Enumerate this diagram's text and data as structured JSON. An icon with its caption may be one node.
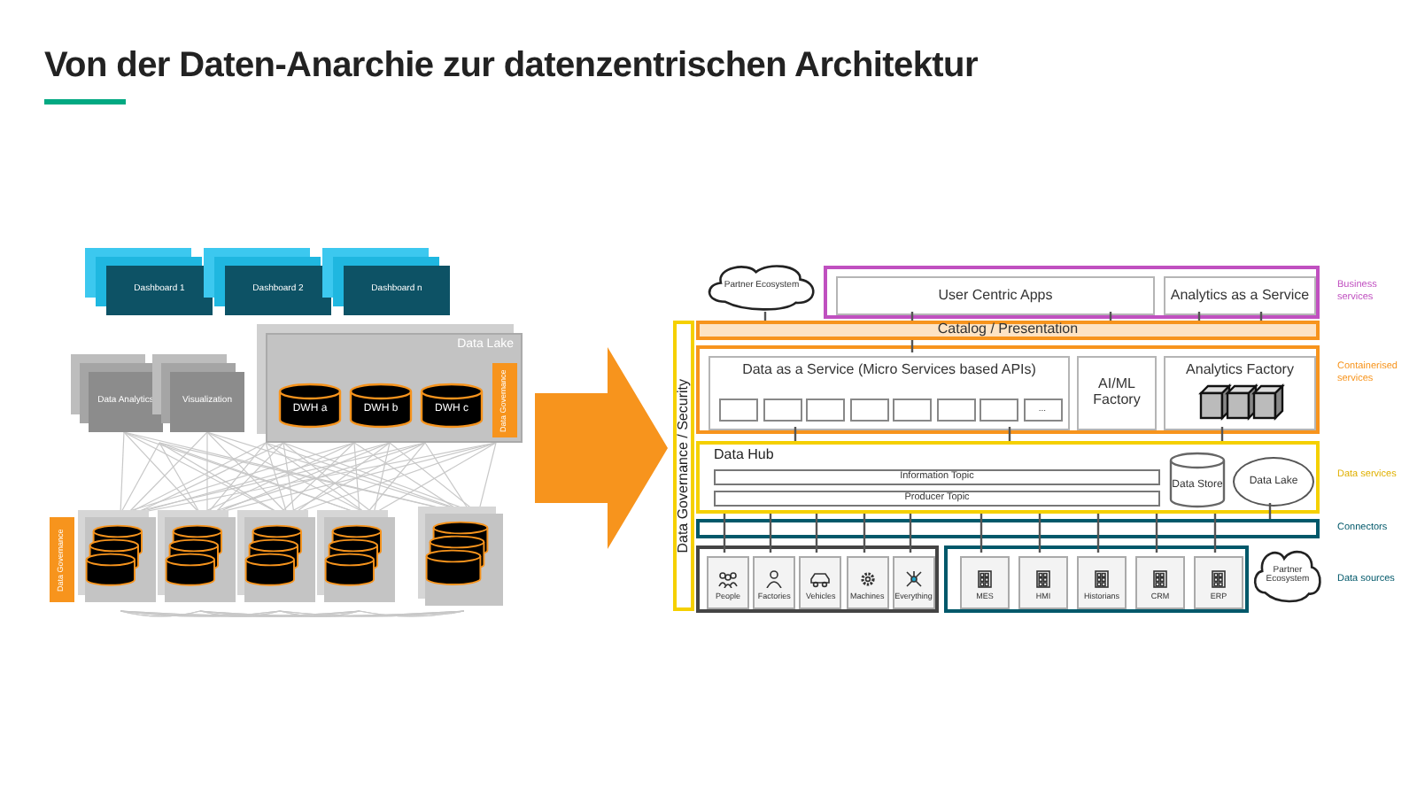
{
  "diagram": {
    "title": "Von der Daten-Anarchie zur datenzentrischen Architektur",
    "nodes": [
      {
        "text": [],
        "shape": "picture"
      },
      {
        "text": [
          "Dashboard 1"
        ],
        "in": 0
      },
      {
        "text": [
          "Dashboard 2"
        ],
        "in": 0
      },
      {
        "text": [
          "Dashboard n"
        ],
        "in": 0
      },
      {
        "text": [
          "Data Analytics"
        ],
        "in": 0
      },
      {
        "text": [
          "Visualization"
        ],
        "in": 0
      },
      {
        "text": [
          "Data Lake"
        ],
        "in": 0
      },
      {
        "text": [
          "DWH a"
        ],
        "in": 6
      },
      {
        "text": [
          "DWH b"
        ],
        "in": 6
      },
      {
        "text": [
          "DWH c"
        ],
        "in": 6
      },
      {
        "text": [
          "Data Governance"
        ],
        "in": 6
      },
      {
        "text": [
          "Data Governance"
        ],
        "in": 0
      },
      {
        "text": [],
        "shape": "cylinder",
        "in": 0
      },
      {
        "text": [],
        "shape": "cylinder",
        "in": 0
      },
      {
        "text": [],
        "shape": "cylinder",
        "in": 0
      },
      {
        "text": [],
        "shape": "cylinder",
        "in": 0
      },
      {
        "text": [],
        "shape": "cylinder",
        "in": 0
      },
      {
        "text": [],
        "shape": "picture"
      },
      {
        "text": [
          "Partner Ecosystem"
        ],
        "in": 17
      },
      {
        "text": [],
        "shape": "box",
        "in": 17
      },
      {
        "text": [
          "User Centric Apps"
        ],
        "in": 19
      },
      {
        "text": [
          "Analytics as a Service"
        ],
        "in": 19
      },
      {
        "text": [
          "Data Governance / Security"
        ],
        "in": 17
      },
      {
        "text": [
          "Catalog / Presentation"
        ],
        "in": 17
      },
      {
        "text": [],
        "shape": "box",
        "in": 17
      },
      {
        "text": [
          "Data as a Service (Micro Services based APIs)"
        ],
        "in": 24
      },
      {
        "text": [],
        "shape": "box",
        "in": 25
      },
      {
        "text": [],
        "shape": "box",
        "in": 25
      },
      {
        "text": [],
        "shape": "box",
        "in": 25
      },
      {
        "text": [],
        "shape": "box",
        "in": 25
      },
      {
        "text": [],
        "shape": "box",
        "in": 25
      },
      {
        "text": [],
        "shape": "box",
        "in": 25
      },
      {
        "text": [],
        "shape": "box",
        "in": 25
      },
      {
        "text": [
          "..."
        ],
        "in": 25
      },
      {
        "text": [
          "AI/ML Factory"
        ],
        "in": 24
      },
      {
        "text": [
          "Analytics Factory"
        ],
        "in": 24
      },
      {
        "text": [
          "Data Hub"
        ],
        "in": 17
      },
      {
        "text": [
          "Information Topic"
        ],
        "in": 36
      },
      {
        "text": [
          "Producer Topic"
        ],
        "in": 36
      },
      {
        "text": [
          "Data Store"
        ],
        "in": 36
      },
      {
        "text": [
          "Data Lake"
        ],
        "in": 36
      },
      {
        "text": [],
        "shape": "bar",
        "in": 17
      },
      {
        "text": [],
        "shape": "box",
        "in": 17
      },
      {
        "text": [
          "People"
        ],
        "in": 42
      },
      {
        "text": [
          "Factories"
        ],
        "in": 42
      },
      {
        "text": [
          "Vehicles"
        ],
        "in": 42
      },
      {
        "text": [
          "Machines"
        ],
        "in": 42
      },
      {
        "text": [
          "Everything"
        ],
        "in": 42
      },
      {
        "text": [],
        "shape": "box",
        "in": 17
      },
      {
        "text": [
          "MES"
        ],
        "in": 48
      },
      {
        "text": [
          "HMI"
        ],
        "in": 48
      },
      {
        "text": [
          "Historians"
        ],
        "in": 48
      },
      {
        "text": [
          "CRM"
        ],
        "in": 48
      },
      {
        "text": [
          "ERP"
        ],
        "in": 48
      },
      {
        "text": [
          "Partner Ecosystem"
        ],
        "in": 17
      }
    ],
    "edges": [
      {
        "from": 18,
        "to": 23,
        "arrow": "none"
      },
      {
        "from": 20,
        "to": 23,
        "arrow": "none"
      },
      {
        "from": 20,
        "to": 23,
        "arrow": "none"
      },
      {
        "from": 21,
        "to": 23,
        "arrow": "none"
      },
      {
        "from": 21,
        "to": 23,
        "arrow": "none"
      },
      {
        "from": 23,
        "to": 25,
        "arrow": "none"
      },
      {
        "from": 25,
        "to": 36,
        "arrow": "none"
      },
      {
        "from": 25,
        "to": 36,
        "arrow": "none"
      },
      {
        "from": 35,
        "to": 36,
        "arrow": "none"
      },
      {
        "from": 36,
        "to": 43,
        "arrow": "none"
      },
      {
        "from": 36,
        "to": 44,
        "arrow": "none"
      },
      {
        "from": 36,
        "to": 45,
        "arrow": "none"
      },
      {
        "from": 36,
        "to": 46,
        "arrow": "none"
      },
      {
        "from": 36,
        "to": 47,
        "arrow": "none"
      },
      {
        "from": 36,
        "to": 49,
        "arrow": "none"
      },
      {
        "from": 36,
        "to": 50,
        "arrow": "none"
      },
      {
        "from": 36,
        "to": 51,
        "arrow": "none"
      },
      {
        "from": 36,
        "to": 52,
        "arrow": "none"
      },
      {
        "from": 36,
        "to": 53,
        "arrow": "none"
      },
      {
        "from": 40,
        "to": 41,
        "arrow": "none"
      },
      {
        "from": 0,
        "to": 17,
        "arrow": "to"
      }
    ],
    "labels": [
      "Business services",
      "Containerised services",
      "Data services",
      "Connectors",
      "Data sources"
    ]
  }
}
